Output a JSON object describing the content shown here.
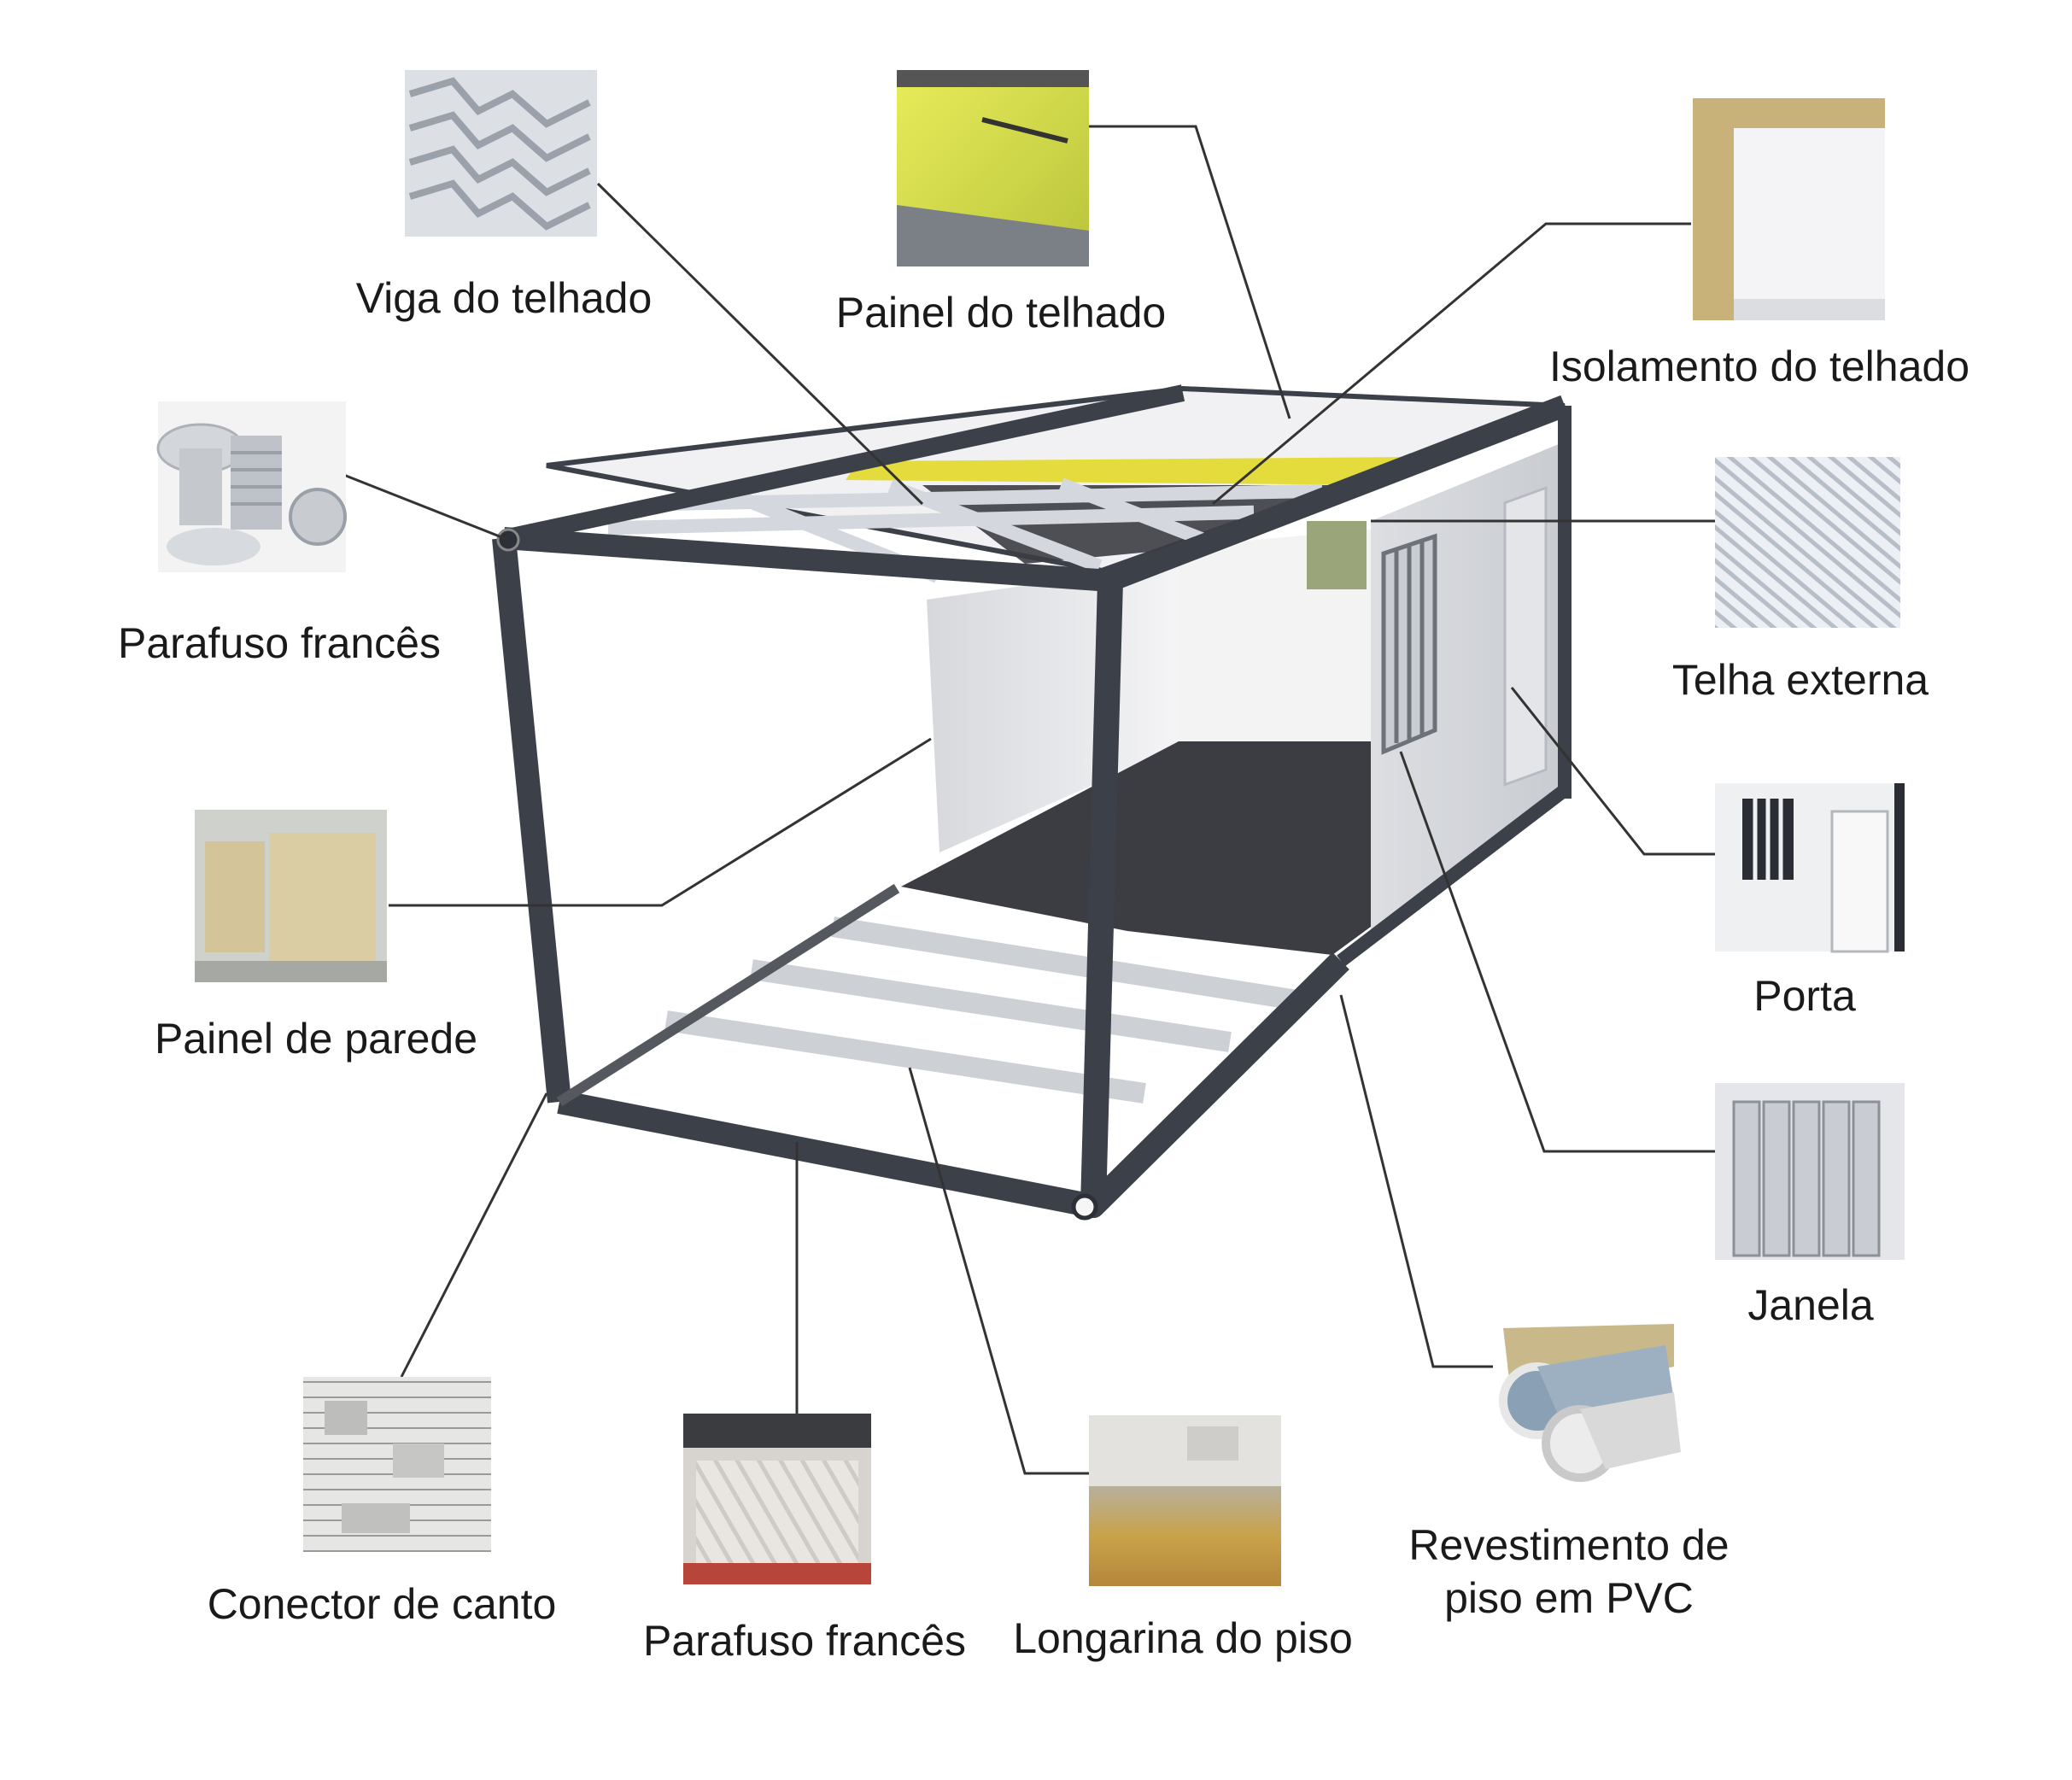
{
  "parts": {
    "roof_beam": "Viga do telhado",
    "roof_panel": "Painel do telhado",
    "roof_insulation": "Isolamento do telhado",
    "bolt_top": "Parafuso francês",
    "outer_tile": "Telha externa",
    "wall_panel": "Painel de parede",
    "door": "Porta",
    "window": "Janela",
    "corner_connector": "Conector de canto",
    "bolt_bottom": "Parafuso francês",
    "floor_joist": "Longarina do piso",
    "pvc_floor_1": "Revestimento de",
    "pvc_floor_2": "piso em PVC"
  },
  "colors": {
    "frame": "#3c4049",
    "leader_line": "#333333",
    "insulation": "#e4dc3c",
    "floor": "#3b3d42",
    "wall": "#e6e7ea"
  }
}
